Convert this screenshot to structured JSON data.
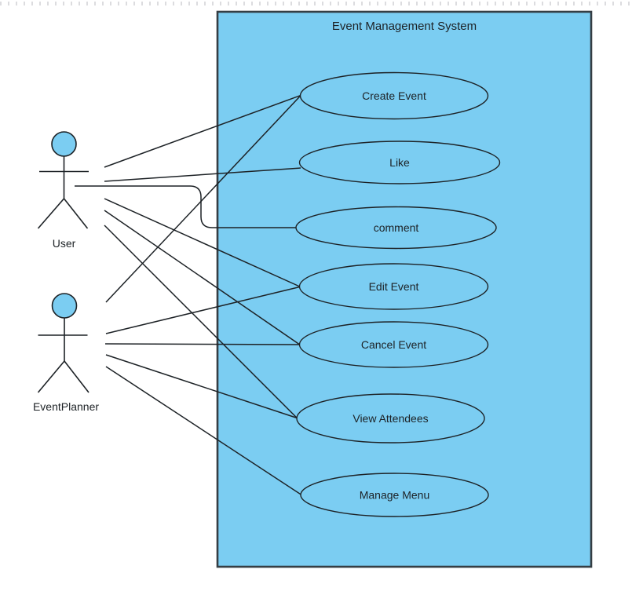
{
  "diagram": {
    "title": "Event Management System",
    "actors": [
      {
        "name": "User"
      },
      {
        "name": "EventPlanner"
      }
    ],
    "usecases": [
      {
        "label": "Create Event"
      },
      {
        "label": "Like"
      },
      {
        "label": "comment"
      },
      {
        "label": "Edit Event"
      },
      {
        "label": "Cancel Event"
      },
      {
        "label": "View Attendees"
      },
      {
        "label": "Manage Menu"
      }
    ],
    "associations": [
      {
        "from": "User",
        "to": "Create Event"
      },
      {
        "from": "User",
        "to": "Like"
      },
      {
        "from": "User",
        "to": "comment"
      },
      {
        "from": "User",
        "to": "Edit Event"
      },
      {
        "from": "User",
        "to": "Cancel Event"
      },
      {
        "from": "User",
        "to": "View Attendees"
      },
      {
        "from": "EventPlanner",
        "to": "Create Event"
      },
      {
        "from": "EventPlanner",
        "to": "Edit Event"
      },
      {
        "from": "EventPlanner",
        "to": "Cancel Event"
      },
      {
        "from": "EventPlanner",
        "to": "View Attendees"
      },
      {
        "from": "EventPlanner",
        "to": "Manage Menu"
      }
    ],
    "colors": {
      "shape_fill": "#7BCDF2",
      "shape_stroke": "#1d2226",
      "boundary_stroke": "#353e44",
      "text": "#111111",
      "background": "#ffffff"
    }
  }
}
